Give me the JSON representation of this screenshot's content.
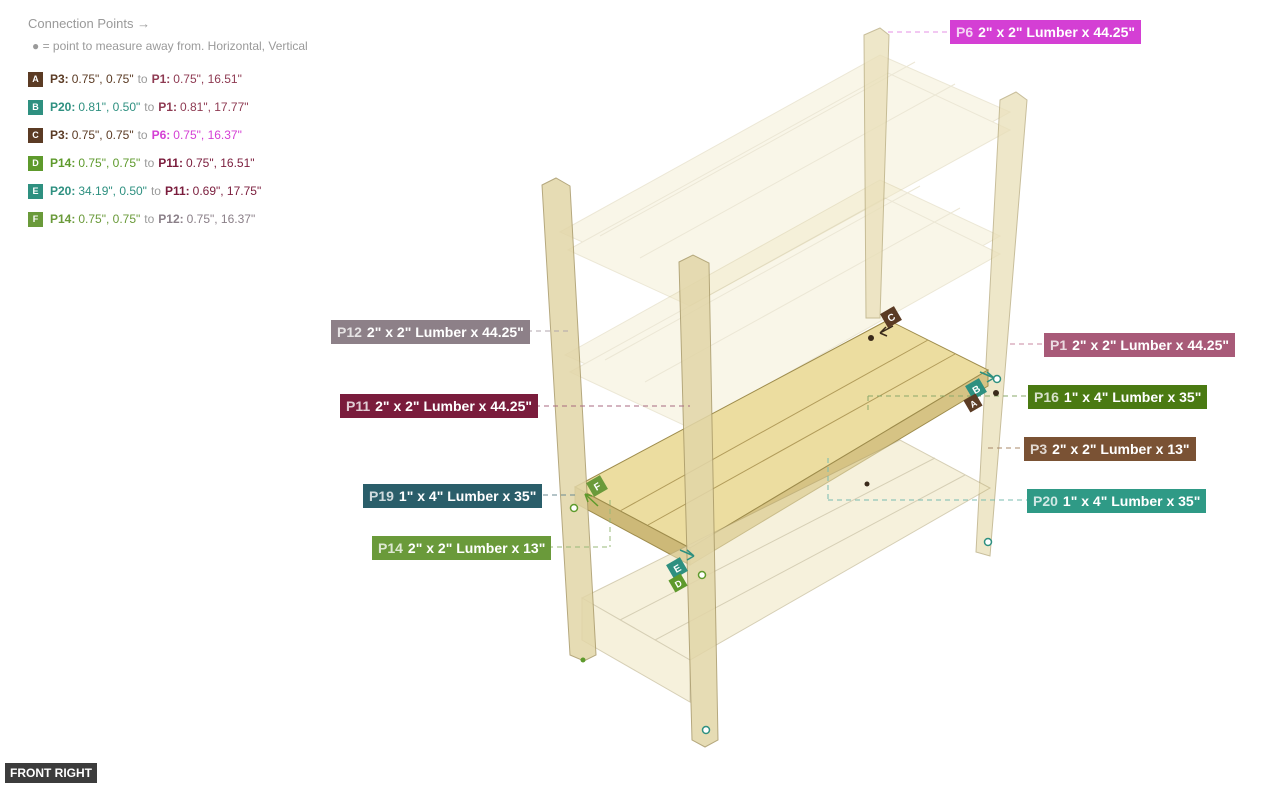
{
  "legend": {
    "title": "Connection Points →",
    "hint": "● = point to measure away from. Horizontal, Vertical",
    "rows": [
      {
        "letter": "A",
        "color": "#5b3b24",
        "from": "P3:",
        "from_color": "#5b3b24",
        "from_val": "0.75\", 0.75\"",
        "to": "to",
        "to_part": "P1:",
        "to_color": "#8e3a52",
        "to_val": "0.75\", 16.51\""
      },
      {
        "letter": "B",
        "color": "#2e9080",
        "from": "P20:",
        "from_color": "#2e9080",
        "from_val": "0.81\", 0.50\"",
        "to": "to",
        "to_part": "P1:",
        "to_color": "#8e3a52",
        "to_val": "0.81\", 17.77\""
      },
      {
        "letter": "C",
        "color": "#5b3b24",
        "from": "P3:",
        "from_color": "#5b3b24",
        "from_val": "0.75\", 0.75\"",
        "to": "to",
        "to_part": "P6:",
        "to_color": "#d43fd4",
        "to_val": "0.75\", 16.37\""
      },
      {
        "letter": "D",
        "color": "#5e9a2c",
        "from": "P14:",
        "from_color": "#5e9a2c",
        "from_val": "0.75\", 0.75\"",
        "to": "to",
        "to_part": "P11:",
        "to_color": "#7a1c3c",
        "to_val": "0.75\", 16.51\""
      },
      {
        "letter": "E",
        "color": "#2e9080",
        "from": "P20:",
        "from_color": "#2e9080",
        "from_val": "34.19\", 0.50\"",
        "to": "to",
        "to_part": "P11:",
        "to_color": "#7a1c3c",
        "to_val": "0.69\", 17.75\""
      },
      {
        "letter": "F",
        "color": "#6a9a3a",
        "from": "P14:",
        "from_color": "#6a9a3a",
        "from_val": "0.75\", 0.75\"",
        "to": "to",
        "to_part": "P12:",
        "to_color": "#8a7f88",
        "to_val": "0.75\", 16.37\""
      }
    ]
  },
  "callouts": [
    {
      "id": "P6",
      "text": "2\" x 2\" Lumber x 44.25\"",
      "color": "#d43fd4"
    },
    {
      "id": "P12",
      "text": "2\" x 2\" Lumber x 44.25\"",
      "color": "#8d8088"
    },
    {
      "id": "P1",
      "text": "2\" x 2\" Lumber x 44.25\"",
      "color": "#a85a78"
    },
    {
      "id": "P16",
      "text": "1\" x 4\" Lumber  x 35\"",
      "color": "#4a7a12"
    },
    {
      "id": "P11",
      "text": "2\" x 2\" Lumber x 44.25\"",
      "color": "#7a1c3c"
    },
    {
      "id": "P3",
      "text": "2\" x 2\" Lumber x 13\"",
      "color": "#7a5234"
    },
    {
      "id": "P19",
      "text": "1\" x 4\" Lumber  x 35\"",
      "color": "#2a5e6a"
    },
    {
      "id": "P20",
      "text": "1\" x 4\" Lumber  x 35\"",
      "color": "#2f9a86"
    },
    {
      "id": "P14",
      "text": "2\" x 2\" Lumber x 13\"",
      "color": "#6a9a3a"
    }
  ],
  "markers": {
    "A": "A",
    "B": "B",
    "C": "C",
    "D": "D",
    "E": "E",
    "F": "F"
  },
  "view_label": "FRONT RIGHT"
}
